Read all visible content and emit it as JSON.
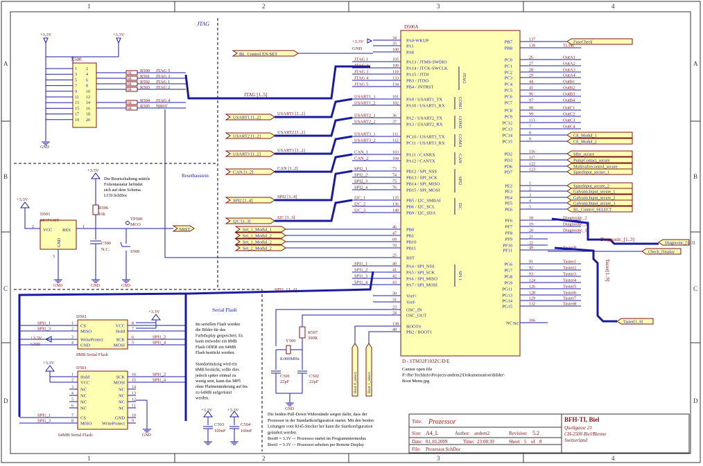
{
  "frame": {
    "cols": [
      "1",
      "2",
      "3",
      "4"
    ],
    "rows": [
      "A",
      "B",
      "C",
      "D"
    ]
  },
  "sections": {
    "jtag": "JTAG",
    "reset": "Resetbaustein",
    "flash": "Serial Flash"
  },
  "mcu": {
    "ref": "D500A",
    "part": "D - STM32F103ZC/D/E",
    "vbat_note": "Vref+ / Vref-"
  },
  "supplies": {
    "v33": "+3.3V",
    "gnd": "GND",
    "bl_control_enset": "BL_Control EN/SET",
    "jtag_bus": "JTAG [1..5]"
  },
  "jtag_header": {
    "ref": "X500",
    "pins_left": [
      "1",
      "3",
      "5",
      "7",
      "9",
      "11",
      "13",
      "15",
      "17",
      "19"
    ],
    "pins_right": [
      "2",
      "4",
      "6",
      "8",
      "10",
      "12",
      "14",
      "16",
      "18",
      "20"
    ],
    "resistors": [
      {
        "ref": "R500",
        "val": "0R",
        "net": "JTAG 5"
      },
      {
        "ref": "R501",
        "val": "0R",
        "net": "JTAG 3"
      },
      {
        "ref": "R502",
        "val": "0R",
        "net": "JTAG 1"
      },
      {
        "ref": "R503",
        "val": "0R",
        "net": "JTAG 2"
      },
      {
        "ref": "R504",
        "val": "0R",
        "net": "JTAG 4"
      },
      {
        "ref": "R505",
        "val": "0R",
        "net": "NRST"
      }
    ]
  },
  "left_ports": [
    {
      "label": "USART1 [1..2]",
      "bus": "USART1 [1..2]"
    },
    {
      "label": "USART2 [1..2]",
      "bus": "USART2 [1..2]"
    },
    {
      "label": "USART3 [1..2]",
      "bus": "USART3 [1..2]"
    },
    {
      "label": "CAN [1..2]",
      "bus": "CAN [1..2]"
    },
    {
      "label": "SPI2 [1..4]",
      "bus": "SPI2 [1..4]"
    },
    {
      "label": "I2C [1..3]",
      "bus": "I2C [1..3]"
    }
  ],
  "set_ports": [
    "Set_1_Modul_1",
    "Set_1_Modul_2",
    "Set_1_Modul_2",
    "Set_2_Modul_2"
  ],
  "reset_circuit": {
    "note": [
      "Die Resetschaltung mittels",
      "Folientastatur befindet",
      "sich auf dem Schema",
      "LCD.SchDoc"
    ],
    "d501_ref": "D501",
    "d501_part": "MCP130T",
    "vcc": "VCC",
    "res": "RES",
    "gnd_pin": "GND",
    "r506_ref": "R506",
    "r506_val": "10k",
    "tp_ref": "TP500",
    "tp_val": "MCO",
    "c500_ref": "C500",
    "c500_val": "N.C.",
    "s500": "S500",
    "nrst": "NRST",
    "pin_nums": [
      "2",
      "1",
      "3"
    ]
  },
  "mcu_left_pins": [
    {
      "net": "",
      "num": "34",
      "name": "PA0-WKUP"
    },
    {
      "net": "",
      "num": "35",
      "name": "PA1"
    },
    {
      "net": "",
      "num": "100",
      "name": "PA8"
    },
    {
      "net": "JTAG 1",
      "num": "105",
      "name": "PA13 / JTMS-SWDIO"
    },
    {
      "net": "JTAG 2",
      "num": "109",
      "name": "PA14 / JTCK-SWCLK"
    },
    {
      "net": "JTAG 3",
      "num": "110",
      "name": "PA15 / JTDI"
    },
    {
      "net": "JTAG 4",
      "num": "133",
      "name": "PB3 / JTDO"
    },
    {
      "net": "JTAG 5",
      "num": "134",
      "name": "PB4 / JNTRST"
    },
    {
      "net": "USART1_1",
      "num": "101",
      "name": "PA9 / USART1_TX"
    },
    {
      "net": "USART1_2",
      "num": "102",
      "name": "PA10 / USART1_RX"
    },
    {
      "net": "USART2_1",
      "num": "36",
      "name": "PA2 / USART2_TX"
    },
    {
      "net": "USART2_2",
      "num": "37",
      "name": "PA3 / USART2_RX"
    },
    {
      "net": "USART3_1",
      "num": "111",
      "name": "PC10 / USART3_TX"
    },
    {
      "net": "USART3_2",
      "num": "112",
      "name": "PC11 / USART3_RX"
    },
    {
      "net": "CAN_1",
      "num": "103",
      "name": "PA11 / CANRX"
    },
    {
      "net": "CAN_2",
      "num": "104",
      "name": "PA12 / CANTX"
    },
    {
      "net": "SPI2_1",
      "num": "73",
      "name": "PB12 / SPI_NSS"
    },
    {
      "net": "SPI2_2",
      "num": "74",
      "name": "PB13 / SPI_SCK"
    },
    {
      "net": "SPI2_3",
      "num": "75",
      "name": "PB14 / SPI_MISO"
    },
    {
      "net": "SPI2_4",
      "num": "76",
      "name": "PB15 / SPI_MOSI"
    },
    {
      "net": "I2C_1",
      "num": "135",
      "name": "PB5 / I2C_SMBAI"
    },
    {
      "net": "I2C_2",
      "num": "136",
      "name": "PB6 / I2C_SCL"
    },
    {
      "net": "I2C_3",
      "num": "140",
      "name": "PB9 / I2C_SDA"
    },
    {
      "net": "",
      "num": "46",
      "name": "PB0"
    },
    {
      "net": "",
      "num": "47",
      "name": "PB1"
    },
    {
      "net": "",
      "num": "69",
      "name": "PB10"
    },
    {
      "net": "",
      "num": "70",
      "name": "PB11"
    },
    {
      "net": "",
      "num": "25",
      "name": "RST"
    },
    {
      "net": "SPI1_1",
      "num": "40",
      "name": "PA4 / SPI_NSS"
    },
    {
      "net": "SPI1_2",
      "num": "41",
      "name": "PA5 / SPI_SCK"
    },
    {
      "net": "SPI1_3",
      "num": "42",
      "name": "PA6 / SPI_MISO"
    },
    {
      "net": "SPI1_4",
      "num": "43",
      "name": "PA7 / SPI_MOSI"
    },
    {
      "net": "",
      "num": "30",
      "name": "Vref+"
    },
    {
      "net": "",
      "num": "31",
      "name": "Vref-"
    },
    {
      "net": "",
      "num": "23",
      "name": "OSC_IN"
    },
    {
      "net": "",
      "num": "24",
      "name": "OSC_OUT"
    },
    {
      "net": "",
      "num": "138",
      "name": "BOOT0"
    },
    {
      "net": "",
      "num": "48",
      "name": "PB2 / BOOT1"
    }
  ],
  "mcu_groups": [
    "JTAG",
    "COM1",
    "COM2",
    "COM3",
    "CAN",
    "SPI2",
    "I2C",
    "SPI 1"
  ],
  "mcu_right_pins": [
    {
      "name": "PB7",
      "num": "137",
      "net": ""
    },
    {
      "name": "PB8",
      "num": "139",
      "net": "TLIM"
    },
    {
      "name": "PC0",
      "num": "26",
      "net": "OutA1"
    },
    {
      "name": "PC1",
      "num": "27",
      "net": "OutA2"
    },
    {
      "name": "PC2",
      "num": "28",
      "net": "OutA3"
    },
    {
      "name": "PC3",
      "num": "29",
      "net": "OutA4"
    },
    {
      "name": "PC4",
      "num": "44",
      "net": "OutB1"
    },
    {
      "name": "PC5",
      "num": "45",
      "net": "OutB2"
    },
    {
      "name": "PC6",
      "num": "96",
      "net": "OutB3"
    },
    {
      "name": "PC7",
      "num": "97",
      "net": "OutB4"
    },
    {
      "name": "PC8",
      "num": "98",
      "net": "OutC1"
    },
    {
      "name": "PC9",
      "num": "99",
      "net": "OutC2"
    },
    {
      "name": "PC12",
      "num": "113",
      "net": "OutC3"
    },
    {
      "name": "PC13",
      "num": "7",
      "net": "OutC4"
    },
    {
      "name": "PC14",
      "num": "8",
      "net": ""
    },
    {
      "name": "PC15",
      "num": "9",
      "net": ""
    },
    {
      "name": "PD2",
      "num": "116",
      "net": ""
    },
    {
      "name": "PD3",
      "num": "117",
      "net": ""
    },
    {
      "name": "PD6",
      "num": "122",
      "net": ""
    },
    {
      "name": "PD7",
      "num": "123",
      "net": ""
    },
    {
      "name": "PE2",
      "num": "1",
      "net": ""
    },
    {
      "name": "PE3",
      "num": "2",
      "net": ""
    },
    {
      "name": "PE4",
      "num": "3",
      "net": ""
    },
    {
      "name": "PE5",
      "num": "4",
      "net": ""
    },
    {
      "name": "PE6",
      "num": "5",
      "net": ""
    },
    {
      "name": "PF6",
      "num": "18",
      "net": "Diagnostic_2"
    },
    {
      "name": "PF7",
      "num": "19",
      "net": "Diagnostic_3"
    },
    {
      "name": "PF8",
      "num": "20",
      "net": "Diagnostic_1"
    },
    {
      "name": "PF9",
      "num": "21",
      "net": ""
    },
    {
      "name": "PF10",
      "num": "22",
      "net": ""
    },
    {
      "name": "PF11",
      "num": "49",
      "net": "Taster9"
    },
    {
      "name": "PG6",
      "num": "91",
      "net": "Taster1"
    },
    {
      "name": "PG7",
      "num": "92",
      "net": "Taster2"
    },
    {
      "name": "PG8",
      "num": "93",
      "net": "Taster3"
    },
    {
      "name": "PG9",
      "num": "124",
      "net": "Taster4"
    },
    {
      "name": "PG11",
      "num": "126",
      "net": "Taster5"
    },
    {
      "name": "PG13",
      "num": "128",
      "net": "Taster6"
    },
    {
      "name": "PG14",
      "num": "129",
      "net": "Taster7"
    },
    {
      "name": "PG15",
      "num": "132",
      "net": "Taster8"
    },
    {
      "name": "NC",
      "num": "106",
      "net": ""
    }
  ],
  "right_ports": [
    {
      "label": "FuseCheck"
    },
    {
      "label": "CE_Modul_1"
    },
    {
      "label": "CE_Modul_2"
    },
    {
      "label": "Stby_secure"
    },
    {
      "label": "PumpContact_secure"
    },
    {
      "label": "Multivalvecontrol_secure"
    },
    {
      "label": "Sparelnput_secure_1"
    },
    {
      "label": "Sparelnput_secure_2"
    },
    {
      "label": "GalvanicInput_secure_1"
    },
    {
      "label": "GalvanicInput_secure_2"
    },
    {
      "label": "GalvanicInput_secure_3"
    },
    {
      "label": "BL_Control_SELECT"
    },
    {
      "label": "Diagnostic_[1..3]"
    },
    {
      "label": "Check_Display"
    },
    {
      "label": "Taster[1..9]"
    }
  ],
  "bus_labels": {
    "diagnostic": "Diagnostic_[1..3]",
    "taster_vert": "Taster[1..9]",
    "spi1": "SPI1_[1..4]"
  },
  "flash": {
    "note": [
      "Im seriellen Flash werden",
      "die Bilder für das",
      "Farbdisplay gespeichert. Es",
      "kann entweder ein 8MB",
      "Flash ODER ein 64MB",
      "Flash bestückt werden.",
      "",
      "Standartmässig wird ein",
      "8MB bestückt, sollte dies",
      "jedoch später einmal zu",
      "wenig sein, kann das MP5",
      "ohne Platinenänderung auf bis",
      "zu 64MB aufgerüstet",
      "werden."
    ],
    "d502_ref": "D502",
    "d502_caption": "8MB Serial Flash",
    "d502_left": [
      "CS",
      "MISO",
      "WriteProtect",
      "GND"
    ],
    "d502_right": [
      "VCC",
      "Hold",
      "SCK",
      "MOSI"
    ],
    "d502_lnums": [
      "1",
      "2",
      "3",
      "4"
    ],
    "d502_rnums": [
      "8",
      "7",
      "6",
      "5"
    ],
    "d502_nets_l": [
      "SPI1_1",
      "SPI1_3"
    ],
    "d502_nets_r": [
      "SPI1_2",
      "SPI1_4"
    ],
    "d503_ref": "D503",
    "d503_caption": "64MB Serial Flash",
    "d503_left": [
      "Hold",
      "VCC",
      "NC",
      "NC",
      "NC",
      "NC",
      "CS",
      "MISO"
    ],
    "d503_right": [
      "SCK",
      "MOSI",
      "NC",
      "NC",
      "NC",
      "NC",
      "GND",
      "WriteProtect"
    ],
    "d503_lnums": [
      "1",
      "2",
      "3",
      "4",
      "5",
      "6",
      "7",
      "8"
    ],
    "d503_rnums": [
      "16",
      "15",
      "14",
      "13",
      "12",
      "11",
      "10",
      "9"
    ],
    "d503_nets_l": [
      "SPI1_1",
      "SPI1_3"
    ],
    "d503_nets_r": [
      "SPI1_2",
      "SPI1_4"
    ],
    "c503_ref": "C503",
    "c503_val": "100nF",
    "c504_ref": "C504",
    "c504_val": "100nF"
  },
  "osc": {
    "r507_ref": "R507",
    "r507_val": "390R",
    "y500_ref": "Y500",
    "y500_val": "8.000MHz",
    "c501_ref": "C501",
    "c501_val": "22pF",
    "c502_ref": "C502",
    "c502_val": "22pF",
    "boot_labels": [
      "Boot 0_select",
      "Boot 1_select"
    ]
  },
  "boot_note": [
    "Die beiden Pull-Down Widerstände sorgen dafür, dass der",
    "Prozessor in der Standartkonfiguration startet. Mit den beiden",
    "Leitungen vom RJ45-Stecker her kann die Startkonfiguration",
    "geändert werden.",
    "Boot0 = 3.3V -> Prozessor startet im Programmiermodus",
    "Boot1 = 3.3V -> Prozessor arbeiten per Remote Display"
  ],
  "image_error": [
    "Cannot open file",
    "P:\\fbe\\TechInfo\\Projects\\andem2\\Dokumentation\\Bilder\\",
    "Boot Menu.jpg"
  ],
  "title_block": {
    "title_label": "Title:",
    "title": "Prozessor",
    "size_label": "Size:",
    "size": "A4_L",
    "author_label": "Author:",
    "author": "andem2",
    "rev_label": "Revision:",
    "revision": "5.2",
    "date_label": "Date:",
    "date": "01.10.2009",
    "time_label": "Time:",
    "time": "23:08:39",
    "sheet_label": "Sheet",
    "sheet": "5",
    "of_label": "of",
    "of": "8",
    "file_label": "File:",
    "file": "Prozessor.SchDoc",
    "company": "BFH-TI, Biel",
    "addr": [
      "Quellgasse 21",
      "CH-2500 Biel/Bienne",
      "Switzerland"
    ]
  },
  "colors": {
    "wire": "#1a1aa0",
    "bus": "#1a1aa0",
    "text": "#7a1515",
    "pin_text": "#1a1aa0",
    "body_fill": "#ffffb4",
    "body_stroke": "#7a1515",
    "port_fill": "#ffffb4",
    "port_stroke": "#7a1515",
    "frame": "#333333"
  }
}
